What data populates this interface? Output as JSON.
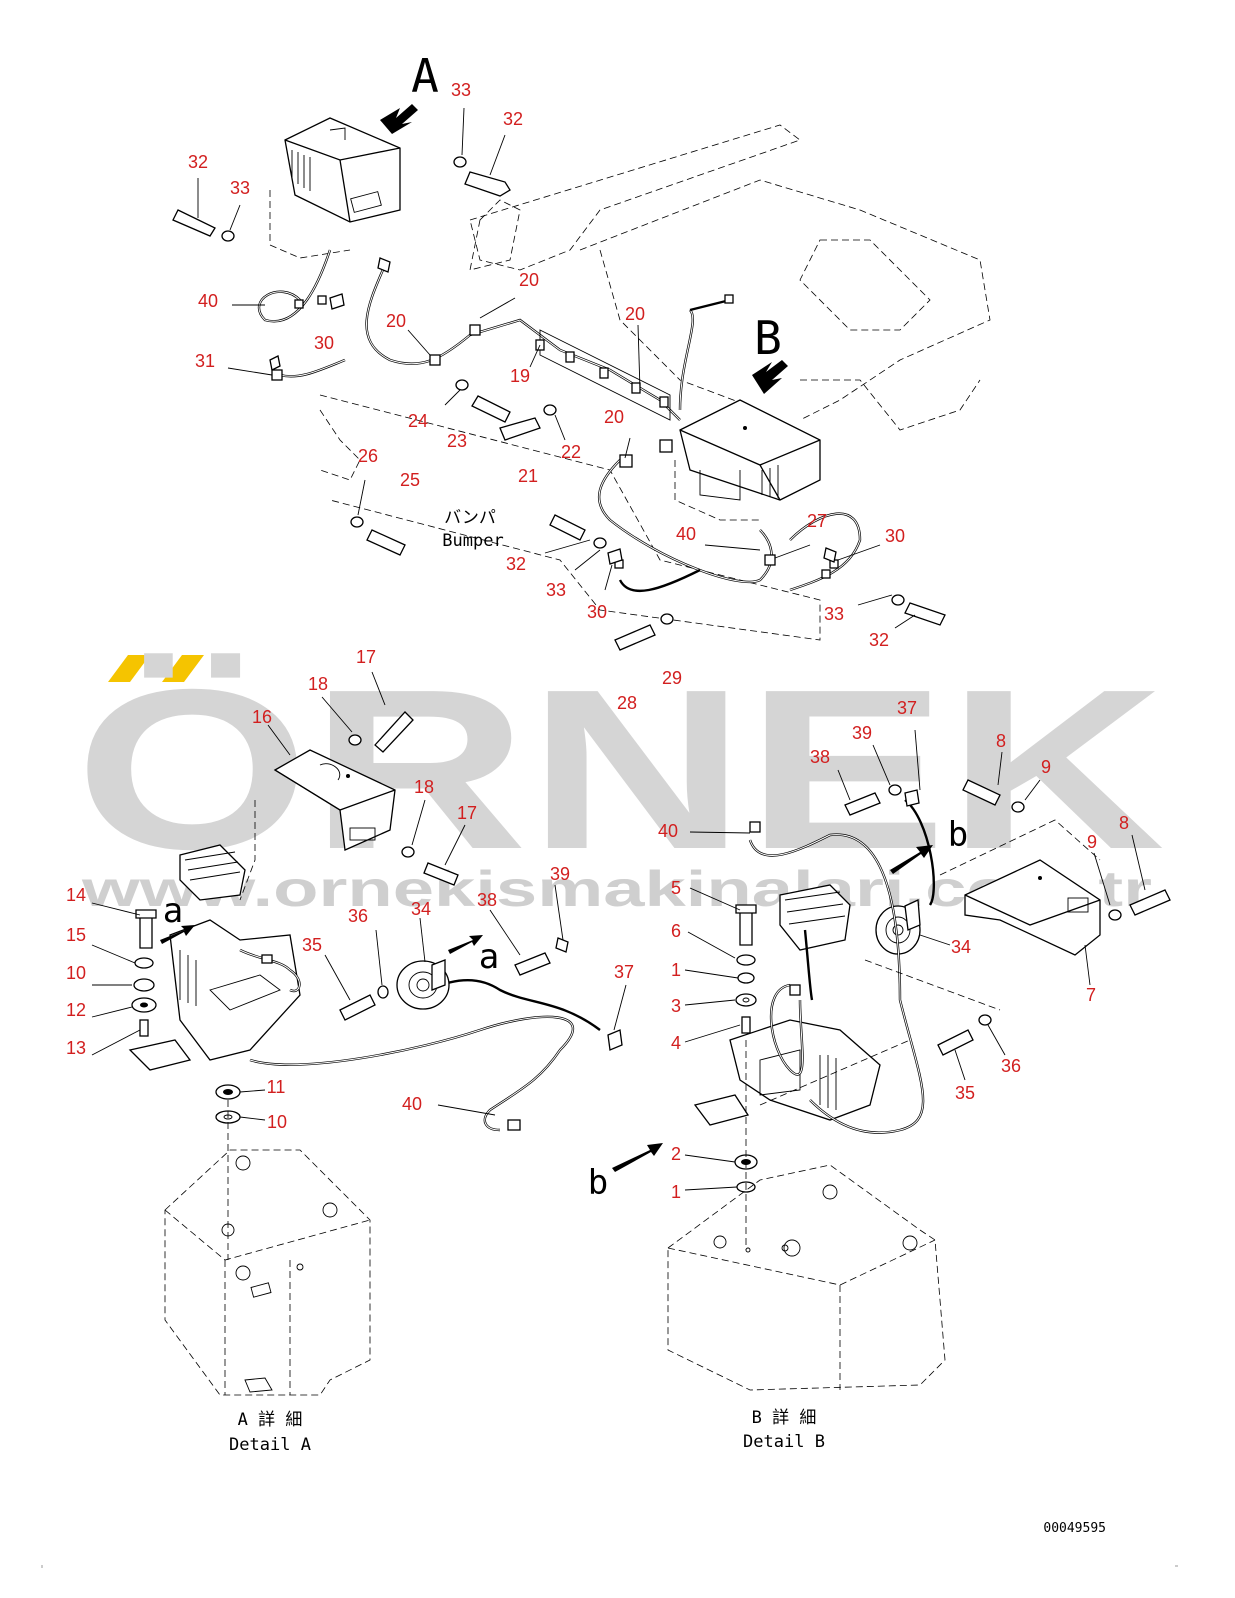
{
  "watermark": {
    "brand": "ÖRNEK",
    "url": "www.ornekismakinalari.com.tr",
    "accent_color": "#f5c400"
  },
  "view_letters": {
    "A": "A",
    "B": "B",
    "a_left": "a",
    "a_mid": "a",
    "b_top": "b",
    "b_bottom": "b"
  },
  "bumper_label": {
    "jp": "バンパ",
    "en": "Bumper"
  },
  "detail_a": {
    "jp": "A 詳 細",
    "en": "Detail A"
  },
  "detail_b": {
    "jp": "B 詳 細",
    "en": "Detail B"
  },
  "drawing_number": "00049595",
  "callouts": [
    {
      "id": "c-33-top",
      "label": "33"
    },
    {
      "id": "c-32-top",
      "label": "32"
    },
    {
      "id": "c-32-left",
      "label": "32"
    },
    {
      "id": "c-33-left",
      "label": "33"
    },
    {
      "id": "c-40-top",
      "label": "40"
    },
    {
      "id": "c-30-top",
      "label": "30"
    },
    {
      "id": "c-31",
      "label": "31"
    },
    {
      "id": "c-20-a",
      "label": "20"
    },
    {
      "id": "c-20-b",
      "label": "20"
    },
    {
      "id": "c-20-c",
      "label": "20"
    },
    {
      "id": "c-20-d",
      "label": "20"
    },
    {
      "id": "c-19",
      "label": "19"
    },
    {
      "id": "c-24",
      "label": "24"
    },
    {
      "id": "c-23",
      "label": "23"
    },
    {
      "id": "c-22",
      "label": "22"
    },
    {
      "id": "c-21",
      "label": "21"
    },
    {
      "id": "c-26",
      "label": "26"
    },
    {
      "id": "c-25",
      "label": "25"
    },
    {
      "id": "c-32-mid",
      "label": "32"
    },
    {
      "id": "c-33-mid",
      "label": "33"
    },
    {
      "id": "c-30-mid",
      "label": "30"
    },
    {
      "id": "c-40-mid",
      "label": "40"
    },
    {
      "id": "c-27",
      "label": "27"
    },
    {
      "id": "c-30-right",
      "label": "30"
    },
    {
      "id": "c-33-right",
      "label": "33"
    },
    {
      "id": "c-32-right",
      "label": "32"
    },
    {
      "id": "c-28",
      "label": "28"
    },
    {
      "id": "c-29",
      "label": "29"
    },
    {
      "id": "c-17-a",
      "label": "17"
    },
    {
      "id": "c-18-a",
      "label": "18"
    },
    {
      "id": "c-16",
      "label": "16"
    },
    {
      "id": "c-18-b",
      "label": "18"
    },
    {
      "id": "c-17-b",
      "label": "17"
    },
    {
      "id": "c-14",
      "label": "14"
    },
    {
      "id": "c-15",
      "label": "15"
    },
    {
      "id": "c-10-a",
      "label": "10"
    },
    {
      "id": "c-12",
      "label": "12"
    },
    {
      "id": "c-13",
      "label": "13"
    },
    {
      "id": "c-11",
      "label": "11"
    },
    {
      "id": "c-10-b",
      "label": "10"
    },
    {
      "id": "c-35-a",
      "label": "35"
    },
    {
      "id": "c-36-a",
      "label": "36"
    },
    {
      "id": "c-34-a",
      "label": "34"
    },
    {
      "id": "c-38-a",
      "label": "38"
    },
    {
      "id": "c-39-a",
      "label": "39"
    },
    {
      "id": "c-37-a",
      "label": "37"
    },
    {
      "id": "c-40-a",
      "label": "40"
    },
    {
      "id": "c-37-b",
      "label": "37"
    },
    {
      "id": "c-39-b",
      "label": "39"
    },
    {
      "id": "c-38-b",
      "label": "38"
    },
    {
      "id": "c-40-b",
      "label": "40"
    },
    {
      "id": "c-8-a",
      "label": "8"
    },
    {
      "id": "c-9-a",
      "label": "9"
    },
    {
      "id": "c-9-b",
      "label": "9"
    },
    {
      "id": "c-8-b",
      "label": "8"
    },
    {
      "id": "c-5",
      "label": "5"
    },
    {
      "id": "c-6",
      "label": "6"
    },
    {
      "id": "c-1-a",
      "label": "1"
    },
    {
      "id": "c-3",
      "label": "3"
    },
    {
      "id": "c-4",
      "label": "4"
    },
    {
      "id": "c-34-b",
      "label": "34"
    },
    {
      "id": "c-7",
      "label": "7"
    },
    {
      "id": "c-35-b",
      "label": "35"
    },
    {
      "id": "c-36-b",
      "label": "36"
    },
    {
      "id": "c-2",
      "label": "2"
    },
    {
      "id": "c-1-b",
      "label": "1"
    }
  ]
}
